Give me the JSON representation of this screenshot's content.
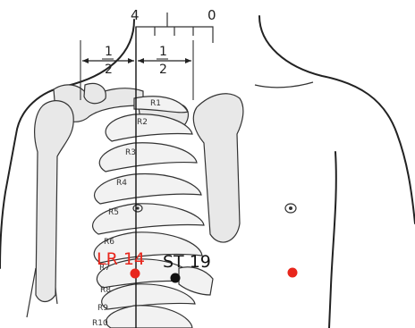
{
  "scale": {
    "left": "4",
    "right": "0"
  },
  "fractions": [
    {
      "num": "1",
      "den": "2"
    },
    {
      "num": "1",
      "den": "2"
    }
  ],
  "rib_labels": [
    "R1",
    "R2",
    "R3",
    "R4",
    "R5",
    "R6",
    "R7",
    "R8",
    "R9",
    "R10"
  ],
  "points": [
    {
      "label": "LR 14",
      "color": "#e8261c"
    },
    {
      "label": "ST 19",
      "color": "#111111"
    },
    {
      "color": "#e8261c"
    }
  ]
}
